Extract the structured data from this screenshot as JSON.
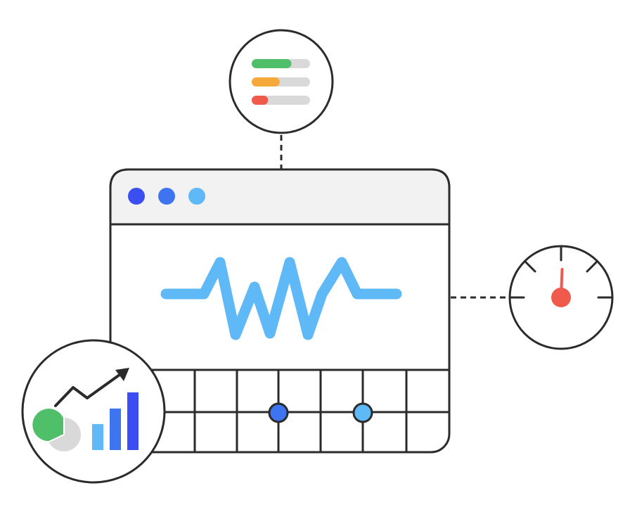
{
  "colors": {
    "stroke": "#2b2b2b",
    "chrome_bg": "#f2f2f2",
    "background": "#ffffff",
    "blue_dark": "#3a4ef2",
    "blue_mid": "#3f74f0",
    "blue_light": "#5fb9f7",
    "green": "#4fbf6a",
    "orange": "#f6a93b",
    "red": "#ef5a4c",
    "track_gray": "#d9d9d9"
  },
  "window_dots": [
    {
      "name": "window-dot-1",
      "color": "#3a4ef2"
    },
    {
      "name": "window-dot-2",
      "color": "#3f74f0"
    },
    {
      "name": "window-dot-3",
      "color": "#5fb9f7"
    }
  ],
  "progress_bars": [
    {
      "name": "progress-bar-green",
      "fill": 0.68,
      "color": "#4fbf6a"
    },
    {
      "name": "progress-bar-orange",
      "fill": 0.48,
      "color": "#f6a93b"
    },
    {
      "name": "progress-bar-red",
      "fill": 0.28,
      "color": "#ef5a4c"
    }
  ],
  "gauge": {
    "needle_level": 0.6,
    "needle_color": "#ef5a4c"
  },
  "analytics_bars": [
    {
      "name": "analytics-bar-1",
      "level": 0.45,
      "color": "#5fb9f7"
    },
    {
      "name": "analytics-bar-2",
      "level": 0.72,
      "color": "#3f74f0"
    },
    {
      "name": "analytics-bar-3",
      "level": 1.0,
      "color": "#3a4ef2"
    }
  ],
  "pie": {
    "share": 0.68,
    "color": "#4fbf6a",
    "rest_color": "#d9d9d9"
  },
  "icons": [
    "window-icon",
    "waveform-icon",
    "progress-list-icon",
    "speed-gauge-icon",
    "analytics-icon",
    "trend-arrow-icon",
    "pie-chart-icon",
    "bar-chart-icon"
  ]
}
